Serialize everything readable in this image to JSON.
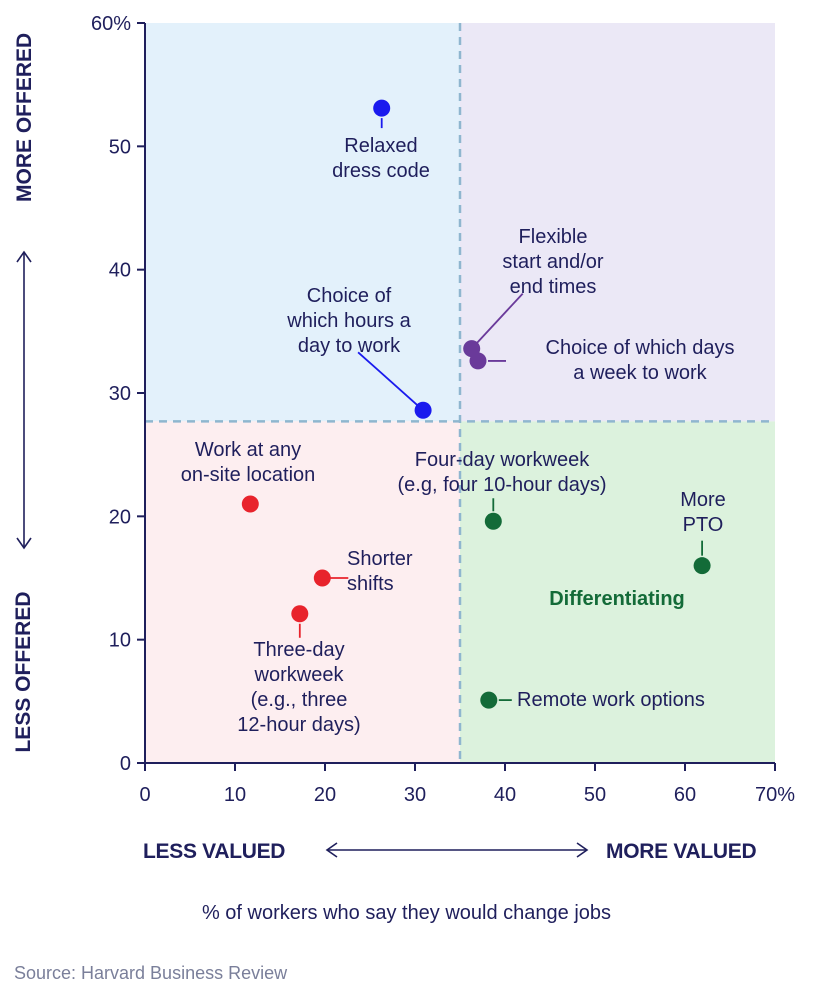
{
  "chart_data": {
    "type": "scatter",
    "title": "",
    "xlabel": "% of workers who say they would change jobs",
    "ylabel": "",
    "xlim": [
      0,
      70
    ],
    "ylim": [
      0,
      60
    ],
    "x_ticks": [
      "0",
      "10",
      "20",
      "30",
      "40",
      "50",
      "60",
      "70%"
    ],
    "y_ticks": [
      "0",
      "10",
      "20",
      "30",
      "40",
      "50",
      "60%"
    ],
    "x_divider": 35,
    "y_divider": 27.7,
    "quadrant_colors": {
      "top_left": "#e3f1fb",
      "top_right": "#ebe8f6",
      "bottom_left": "#fdeef0",
      "bottom_right": "#dcf2dd"
    },
    "quadrant_label": "Differentiating",
    "points": [
      {
        "label": [
          "Relaxed",
          "dress code"
        ],
        "x": 26.3,
        "y": 53.1,
        "color": "#1a1aee"
      },
      {
        "label": [
          "Choice of",
          "which hours a",
          "day to work"
        ],
        "x": 30.9,
        "y": 28.6,
        "color": "#1a1aee"
      },
      {
        "label": [
          "Flexible",
          "start and/or",
          "end times"
        ],
        "x": 36.3,
        "y": 33.6,
        "color": "#6a3a9a"
      },
      {
        "label": [
          "Choice of which days",
          "a week to work"
        ],
        "x": 37.0,
        "y": 32.6,
        "color": "#6a3a9a"
      },
      {
        "label": [
          "Work at any",
          "on-site location"
        ],
        "x": 11.7,
        "y": 21.0,
        "color": "#e8232c"
      },
      {
        "label": [
          "Shorter",
          "shifts"
        ],
        "x": 19.7,
        "y": 15.0,
        "color": "#e8232c"
      },
      {
        "label": [
          "Three-day",
          "workweek",
          "(e.g., three",
          "12-hour days)"
        ],
        "x": 17.2,
        "y": 12.1,
        "color": "#e8232c"
      },
      {
        "label": [
          "Four-day workweek",
          "(e.g, four 10-hour days)"
        ],
        "x": 38.7,
        "y": 19.6,
        "color": "#136b38"
      },
      {
        "label": [
          "More",
          "PTO"
        ],
        "x": 61.9,
        "y": 16.0,
        "color": "#136b38"
      },
      {
        "label": [
          "Remote work options"
        ],
        "x": 38.2,
        "y": 5.1,
        "color": "#136b38"
      }
    ]
  },
  "axis_captions": {
    "y_top": "MORE OFFERED",
    "y_bottom": "LESS OFFERED",
    "x_left": "LESS VALUED",
    "x_right": "MORE VALUED"
  },
  "source": "Source: Harvard Business Review"
}
